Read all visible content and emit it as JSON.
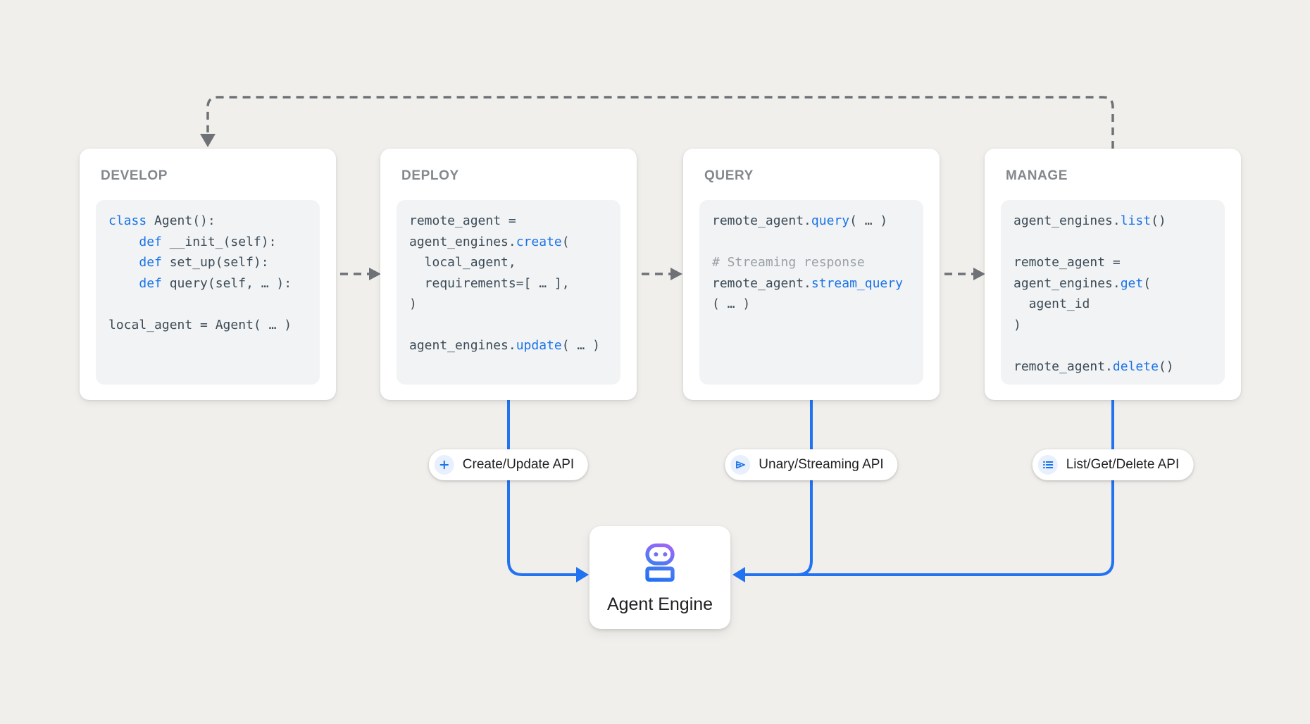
{
  "colors": {
    "bg": "#f1efec",
    "card-bg": "#ffffff",
    "card-title": "#84888d",
    "code-bg": "#f1f3f4",
    "code-text": "#3c4b57",
    "code-keyword": "#1a73e8",
    "code-comment": "#9aa0a6",
    "connector-gray": "#6e7276",
    "connector-blue": "#2173f2",
    "pill-icon-bg": "#e8f0fe",
    "pill-icon": "#1a73e8",
    "label-dark": "#202124",
    "robot-purple": "#a962f8",
    "robot-blue": "#1f6ff2"
  },
  "cards": [
    {
      "title": "DEVELOP",
      "code": [
        [
          [
            "class",
            "kw"
          ],
          [
            " Agent():",
            "tx"
          ]
        ],
        [
          [
            "    ",
            "tx"
          ],
          [
            "def",
            "kw"
          ],
          [
            " __init_(self):",
            "tx"
          ]
        ],
        [
          [
            "    ",
            "tx"
          ],
          [
            "def",
            "kw"
          ],
          [
            " set_up(self):",
            "tx"
          ]
        ],
        [
          [
            "    ",
            "tx"
          ],
          [
            "def",
            "kw"
          ],
          [
            " query(self, … ):",
            "tx"
          ]
        ],
        [],
        [
          [
            "local_agent = Agent( … )",
            "tx"
          ]
        ]
      ]
    },
    {
      "title": "DEPLOY",
      "code": [
        [
          [
            "remote_agent =",
            "tx"
          ]
        ],
        [
          [
            "agent_engines.",
            "tx"
          ],
          [
            "create",
            "kw"
          ],
          [
            "(",
            "tx"
          ]
        ],
        [
          [
            "  local_agent,",
            "tx"
          ]
        ],
        [
          [
            "  requirements=[ … ],",
            "tx"
          ]
        ],
        [
          [
            ")",
            "tx"
          ]
        ],
        [],
        [
          [
            "agent_engines.",
            "tx"
          ],
          [
            "update",
            "kw"
          ],
          [
            "( … )",
            "tx"
          ]
        ]
      ]
    },
    {
      "title": "QUERY",
      "code": [
        [
          [
            "remote_agent.",
            "tx"
          ],
          [
            "query",
            "kw"
          ],
          [
            "( … )",
            "tx"
          ]
        ],
        [],
        [
          [
            "# Streaming response",
            "cm"
          ]
        ],
        [
          [
            "remote_agent.",
            "tx"
          ],
          [
            "stream_query",
            "kw"
          ]
        ],
        [
          [
            "( … )",
            "tx"
          ]
        ]
      ]
    },
    {
      "title": "MANAGE",
      "code": [
        [
          [
            "agent_engines.",
            "tx"
          ],
          [
            "list",
            "kw"
          ],
          [
            "()",
            "tx"
          ]
        ],
        [],
        [
          [
            "remote_agent =",
            "tx"
          ]
        ],
        [
          [
            "agent_engines.",
            "tx"
          ],
          [
            "get",
            "kw"
          ],
          [
            "(",
            "tx"
          ]
        ],
        [
          [
            "  agent_id",
            "tx"
          ]
        ],
        [
          [
            ")",
            "tx"
          ]
        ],
        [],
        [
          [
            "remote_agent.",
            "tx"
          ],
          [
            "delete",
            "kw"
          ],
          [
            "()",
            "tx"
          ]
        ]
      ]
    }
  ],
  "pills": [
    {
      "label": "Create/Update API",
      "icon": "plus-icon"
    },
    {
      "label": "Unary/Streaming API",
      "icon": "send-icon"
    },
    {
      "label": "List/Get/Delete API",
      "icon": "list-icon"
    }
  ],
  "engine": {
    "label": "Agent Engine",
    "icon": "robot-icon"
  }
}
